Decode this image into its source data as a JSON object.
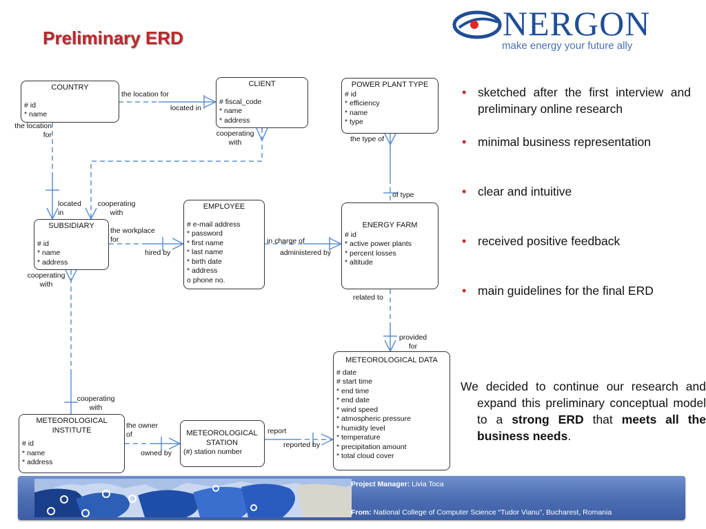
{
  "slide": {
    "title": "Preliminary ERD"
  },
  "logo": {
    "word": "NERGON",
    "tagline": "make energy your future ally",
    "colors": {
      "primary": "#1f4e96",
      "accent": "#e02a26"
    }
  },
  "erd": {
    "entities": {
      "country": {
        "name": "COUNTRY",
        "attributes": [
          "# id",
          "* name"
        ]
      },
      "client": {
        "name": "CLIENT",
        "attributes": [
          "# fiscal_code",
          "* name",
          "* address"
        ]
      },
      "power_plant_type": {
        "name": "POWER PLANT TYPE",
        "attributes": [
          "# id",
          "* efficiency",
          "* name",
          "* type"
        ]
      },
      "subsidiary": {
        "name": "SUBSIDIARY",
        "attributes": [
          "# id",
          "* name",
          "* address"
        ]
      },
      "employee": {
        "name": "EMPLOYEE",
        "attributes": [
          "# e-mail address",
          "* password",
          "* first name",
          "* last name",
          "* birth date",
          "* address",
          "o phone no."
        ]
      },
      "energy_farm": {
        "name": "ENERGY FARM",
        "attributes": [
          "# id",
          "* active power plants",
          "* percent losses",
          "* altitude"
        ]
      },
      "meteo_institute": {
        "name": "METEOROLOGICAL INSTITUTE",
        "attributes": [
          "# id",
          "* name",
          "* address"
        ]
      },
      "meteo_station": {
        "name": "METEOROLOGICAL STATION",
        "attributes": [
          "(#) station number"
        ]
      },
      "meteo_data": {
        "name": "METEOROLOGICAL  DATA",
        "attributes": [
          "# date",
          "# start time",
          "* end time",
          "* end date",
          "* wind speed",
          "* atmospheric pressure",
          "* humidity level",
          "* temperature",
          "* precipitation amount",
          "* total cloud cover"
        ]
      }
    },
    "relationship_labels": {
      "country_location_for": "the location for",
      "client_located_in": "located in",
      "country_the_location_for": "the location\nfor",
      "client_cooperating_with": "cooperating\nwith",
      "ppt_the_type_of": "the type of",
      "subsidiary_located_in": "located\nin",
      "subsidiary_cooperating_with": "cooperating\nwith",
      "subsidiary_workplace_for": "the workplace\nfor",
      "employee_hired_by": "hired by",
      "employee_in_charge_of": "in charge of",
      "farm_administered_by": "administered by",
      "farm_of_type": "of type",
      "subsidiary_cooperating_with_2": "cooperating\nwith",
      "farm_related_to": "related to",
      "data_provided_for": "provided\nfor",
      "institute_cooperating_with": "cooperating\nwith",
      "institute_owner_of": "the owner\nof",
      "station_owned_by": "owned by",
      "station_report": "report",
      "data_reported_by": "reported by"
    },
    "line_color": "#5b8fd0"
  },
  "bullets": [
    "sketched after the first interview and preliminary online research",
    "minimal business representation",
    "clear and intuitive",
    "received positive feedback",
    "main guidelines for the final ERD"
  ],
  "bullet_marker": "•",
  "conclusion": {
    "part1": "We decided to continue our research and expand this preliminary conceptual model to a ",
    "bold1": "strong ERD",
    "part2": " that ",
    "bold2": "meets all the business needs",
    "part3": "."
  },
  "footer": {
    "manager_label": "Project Manager:",
    "manager_value": " Livia Toca",
    "from_label": "From:",
    "from_value": " National College of Computer Science “Tudor Vianu”, Bucharest, Romania"
  }
}
